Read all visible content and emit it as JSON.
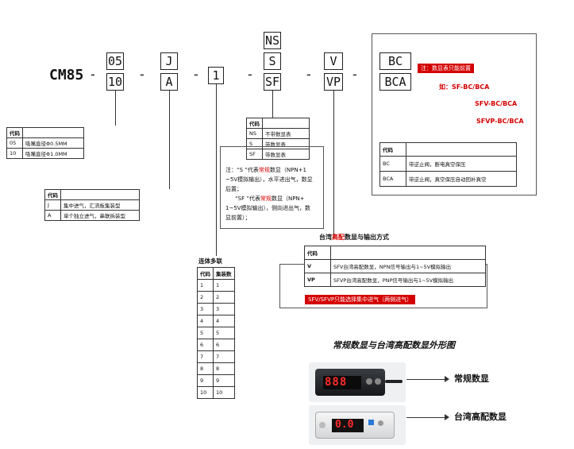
{
  "model": {
    "prefix": "CM85",
    "separator": "-",
    "nozzle_options": [
      "05",
      "10"
    ],
    "intake_options": [
      "J",
      "A"
    ],
    "qty_option": "1",
    "display_options": [
      "NS",
      "S",
      "SF"
    ],
    "tw_options": [
      "V",
      "VP"
    ],
    "bc_options": [
      "BC",
      "BCA"
    ]
  },
  "nozzle_table": {
    "header": [
      "代码",
      ""
    ],
    "rows": [
      [
        "05",
        "吸嘴直径Φ0.5MM"
      ],
      [
        "10",
        "吸嘴直径Φ1.0MM"
      ]
    ]
  },
  "intake_table": {
    "header": [
      "代码",
      ""
    ],
    "rows": [
      [
        "J",
        "集中进气，汇流板集装型"
      ],
      [
        "A",
        "单个独立进气，串联拆装型"
      ]
    ]
  },
  "qty_table": {
    "title": "连体多联",
    "header": [
      "代码",
      "集装数"
    ],
    "rows": [
      [
        "1",
        "1"
      ],
      [
        "2",
        "2"
      ],
      [
        "3",
        "3"
      ],
      [
        "4",
        "4"
      ],
      [
        "5",
        "5"
      ],
      [
        "6",
        "6"
      ],
      [
        "7",
        "7"
      ],
      [
        "8",
        "8"
      ],
      [
        "9",
        "9"
      ],
      [
        "10",
        "10"
      ]
    ]
  },
  "display_table": {
    "header": [
      "代码",
      ""
    ],
    "rows": [
      [
        "NS",
        "不带数显表"
      ],
      [
        "S",
        "带数显表"
      ],
      [
        "SF",
        "带数显表"
      ]
    ]
  },
  "display_note": {
    "line1_a": "注：“S ”代表",
    "line1_red": "常规",
    "line1_b": "数显（NPN+1",
    "line2": "~5V模拟输出），水平进出气，数显",
    "line3": "后置；",
    "line4_a": "“SF ”代表",
    "line4_red": "常规",
    "line4_b": "数显（NPN+",
    "line5": "1~5V模拟输出），侧向进出气，数",
    "line6": "显前置）；"
  },
  "bc_note": "注：数显表只能前置",
  "bc_examples": {
    "label": "如：SF-BC/BCA",
    "ex2": "SFV-BC/BCA",
    "ex3": "SFVP-BC/BCA"
  },
  "bc_table": {
    "header": [
      "代码",
      ""
    ],
    "rows": [
      [
        "BC",
        "带逆止阀，断电真空保压"
      ],
      [
        "BCA",
        "带逆止阀，真空保压自动回补真空"
      ]
    ]
  },
  "tw_table": {
    "title_a": "台湾",
    "title_red": "高配",
    "title_b": "数显与输出方式",
    "header": [
      "代码",
      ""
    ],
    "rows": [
      [
        "V",
        "SFV台湾高配数显，NPN信号输出与1~5V模拟输出"
      ],
      [
        "VP",
        "SFVP台湾高配数显，PNP信号输出与1~5V模拟输出"
      ]
    ],
    "note": "SFV/SFVP只能选择集中进气（两侧进气）"
  },
  "appearance": {
    "title": "常规数显与台湾高配数显外形图",
    "label1": "常规数显",
    "label2": "台湾高配数显",
    "digits1": "888",
    "digits2": "0.0"
  },
  "colors": {
    "red": "#d40000",
    "note_bg": "#d40000"
  }
}
